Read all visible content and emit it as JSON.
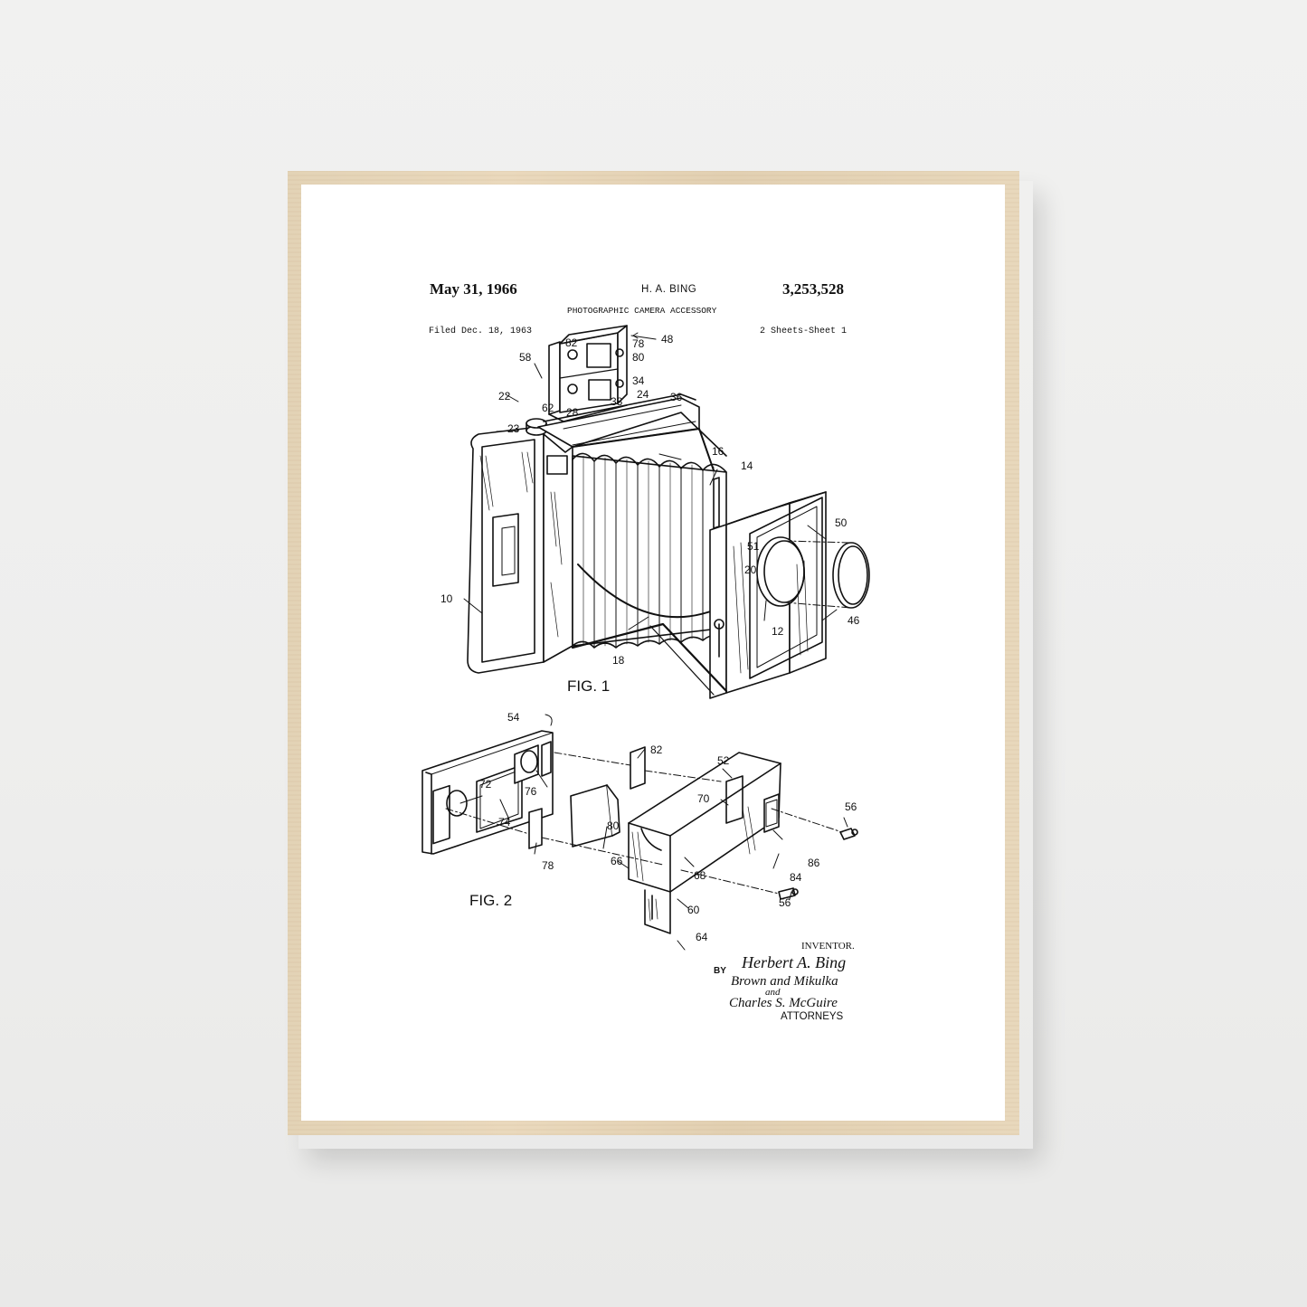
{
  "scene": {
    "description": "Framed patent print on wall",
    "wall_color": "#efefee",
    "frame_color": "#e5d5b8",
    "paper_color": "#ffffff"
  },
  "patent": {
    "date": "May 31, 1966",
    "inventor_name_header": "H. A. BING",
    "patent_number": "3,253,528",
    "title": "PHOTOGRAPHIC CAMERA ACCESSORY",
    "filed": "Filed Dec. 18, 1963",
    "sheets": "2 Sheets-Sheet 1"
  },
  "figures": [
    {
      "label": "FIG. 1",
      "reference_numerals": [
        "48",
        "82",
        "78",
        "80",
        "58",
        "22",
        "62",
        "28",
        "38",
        "34",
        "24",
        "36",
        "23",
        "16",
        "14",
        "50",
        "51",
        "20",
        "10",
        "46",
        "12",
        "18"
      ]
    },
    {
      "label": "FIG. 2",
      "reference_numerals": [
        "54",
        "72",
        "76",
        "74",
        "80",
        "82",
        "78",
        "52",
        "70",
        "66",
        "68",
        "60",
        "64",
        "84",
        "86",
        "56",
        "56"
      ]
    }
  ],
  "signatures": {
    "inventor_label": "INVENTOR.",
    "inventor_signature": "Herbert A. Bing",
    "by": "BY",
    "attorney_line1": "Brown and Mikulka",
    "attorney_and": "and",
    "attorney_line2": "Charles S. McGuire",
    "attorneys_label": "ATTORNEYS"
  }
}
